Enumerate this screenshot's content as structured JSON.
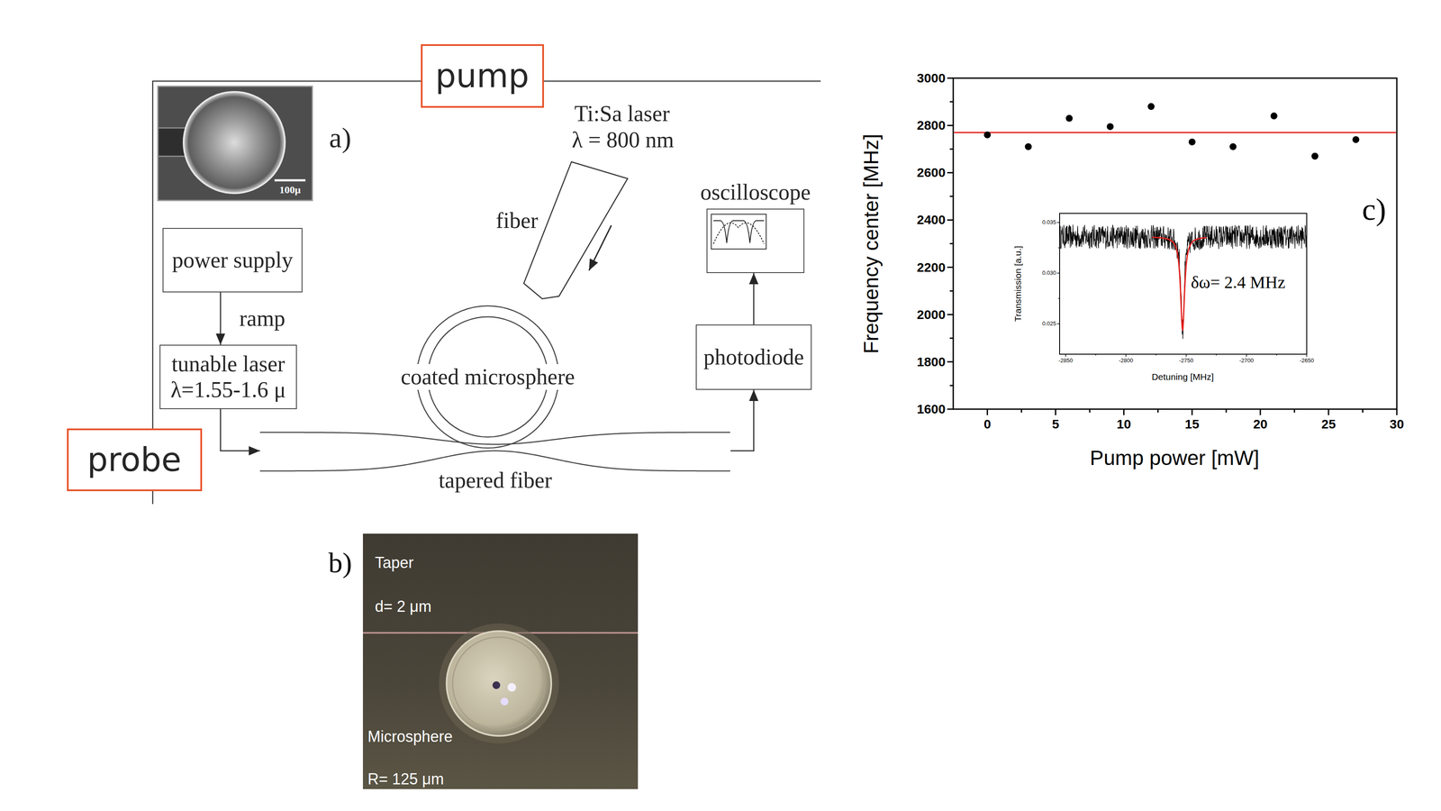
{
  "diagram": {
    "nodes": [
      {
        "text": [
          "pump"
        ]
      },
      {
        "text": [
          "probe"
        ]
      },
      {
        "text": [
          "power supply"
        ]
      },
      {
        "text": [
          "tunable laser λ=1.55-1.6 μ"
        ]
      },
      {
        "text": [
          "coated microsphere"
        ]
      },
      {
        "text": [
          "tapered fiber"
        ]
      },
      {
        "text": [
          "oscilloscope"
        ]
      },
      {
        "text": [
          "photodiode"
        ]
      }
    ],
    "edges": [
      {
        "from": 2,
        "to": 3,
        "arrow": "to",
        "label": "ramp"
      },
      {
        "from": 3,
        "to": 5,
        "arrow": "to"
      },
      {
        "from": 5,
        "to": 7,
        "arrow": "to"
      },
      {
        "from": 7,
        "to": 6,
        "arrow": "to"
      }
    ],
    "labels": [
      "a)",
      "100μ",
      "Ti:Sa laser",
      "λ = 800 nm",
      "fiber",
      "b)",
      "Taper",
      "d= 2 μm",
      "Microsphere",
      "R= 125 μm",
      "c)",
      "3000",
      "2800",
      "2600",
      "2400",
      "2200",
      "2000",
      "1800",
      "1600",
      "0",
      "5",
      "10",
      "15",
      "20",
      "25",
      "30",
      "Frequency center [MHz]",
      "Pump power [mW]",
      "0.035",
      "0.030",
      "0.025",
      "-2850",
      "-2800",
      "-2750",
      "-2700",
      "-2650",
      "Transmission [a.u.]",
      "Detuning [MHz]",
      "δω= 2.4 MHz"
    ]
  }
}
